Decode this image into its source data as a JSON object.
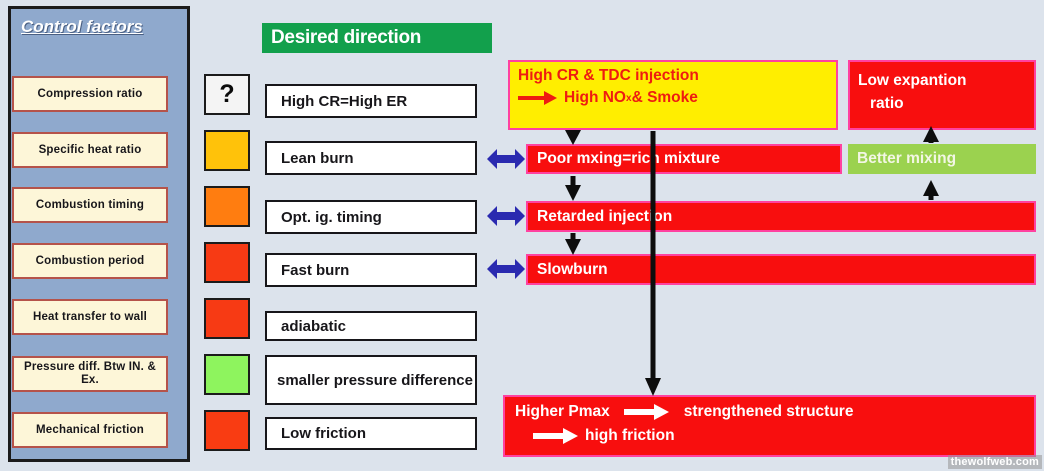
{
  "sidebar": {
    "title": "Control factors",
    "items": [
      {
        "label": "Compression ratio",
        "swatch_label": "?",
        "swatch_color": "#f4f4f4"
      },
      {
        "label": "Specific heat ratio",
        "swatch_label": "",
        "swatch_color": "#ffc20a"
      },
      {
        "label": "Combustion timing",
        "swatch_label": "",
        "swatch_color": "#ff7d10"
      },
      {
        "label": "Combustion period",
        "swatch_label": "",
        "swatch_color": "#f73a14"
      },
      {
        "label": "Heat transfer to wall",
        "swatch_label": "",
        "swatch_color": "#f73a14"
      },
      {
        "label": "Pressure diff. Btw IN. & Ex.",
        "swatch_label": "",
        "swatch_color": "#8ef45e"
      },
      {
        "label": "Mechanical friction",
        "swatch_label": "",
        "swatch_color": "#f93c12"
      }
    ]
  },
  "desired": {
    "header": "Desired direction",
    "boxes": [
      "High CR=High ER",
      "Lean burn",
      "Opt. ig. timing",
      "Fast burn",
      "adiabatic",
      "smaller pressure difference",
      "Low friction"
    ]
  },
  "consequences": {
    "yellow_box": {
      "line1": "High CR & TDC injection",
      "line2_prefix": "High NO",
      "line2_sub": "x",
      "line2_suffix": " & Smoke"
    },
    "low_expansion": {
      "line1": "Low expantion",
      "line2": "ratio"
    },
    "bars": [
      {
        "label": "Poor mxing=rich mixture"
      },
      {
        "label": "Retarded injection"
      },
      {
        "label": "Slowburn"
      }
    ],
    "better_mixing": "Better mixing",
    "bottom": {
      "line1_a": "Higher Pmax",
      "line1_b": "strengthened structure",
      "line2": "high friction"
    }
  },
  "watermark": "thewolfweb.com",
  "colors": {
    "panel_blue": "#8fa9cd",
    "page_bg": "#dce3ec",
    "green_header": "#12a04c",
    "bar_red": "#f80e0e",
    "bar_border_pink": "#ff41a0",
    "yellow": "#ffee00",
    "yellow_text_red": "#ee1c11",
    "green_bar": "#9bd24f",
    "blue_arrow": "#2a2ab0",
    "cream": "#fdf6d8",
    "cream_border": "#b5534a"
  }
}
